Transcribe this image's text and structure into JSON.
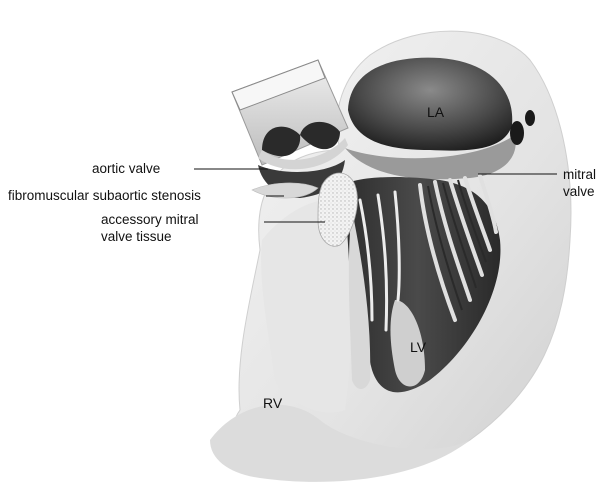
{
  "labels": {
    "aortic_valve": "aortic valve",
    "fibromuscular": "fibromuscular subaortic stenosis",
    "accessory_mitral_line1": "accessory mitral",
    "accessory_mitral_line2": "valve tissue",
    "mitral_line1": "mitral",
    "mitral_line2": "valve",
    "la": "LA",
    "lv": "LV",
    "rv": "RV"
  },
  "colors": {
    "background": "#ffffff",
    "tissue_light": "#e9e9e9",
    "tissue_mid": "#bdbdbd",
    "tissue_dark": "#3a3a3a",
    "chamber_dark": "#1e1e1e",
    "accessory_tissue": "#f2f2f2"
  }
}
